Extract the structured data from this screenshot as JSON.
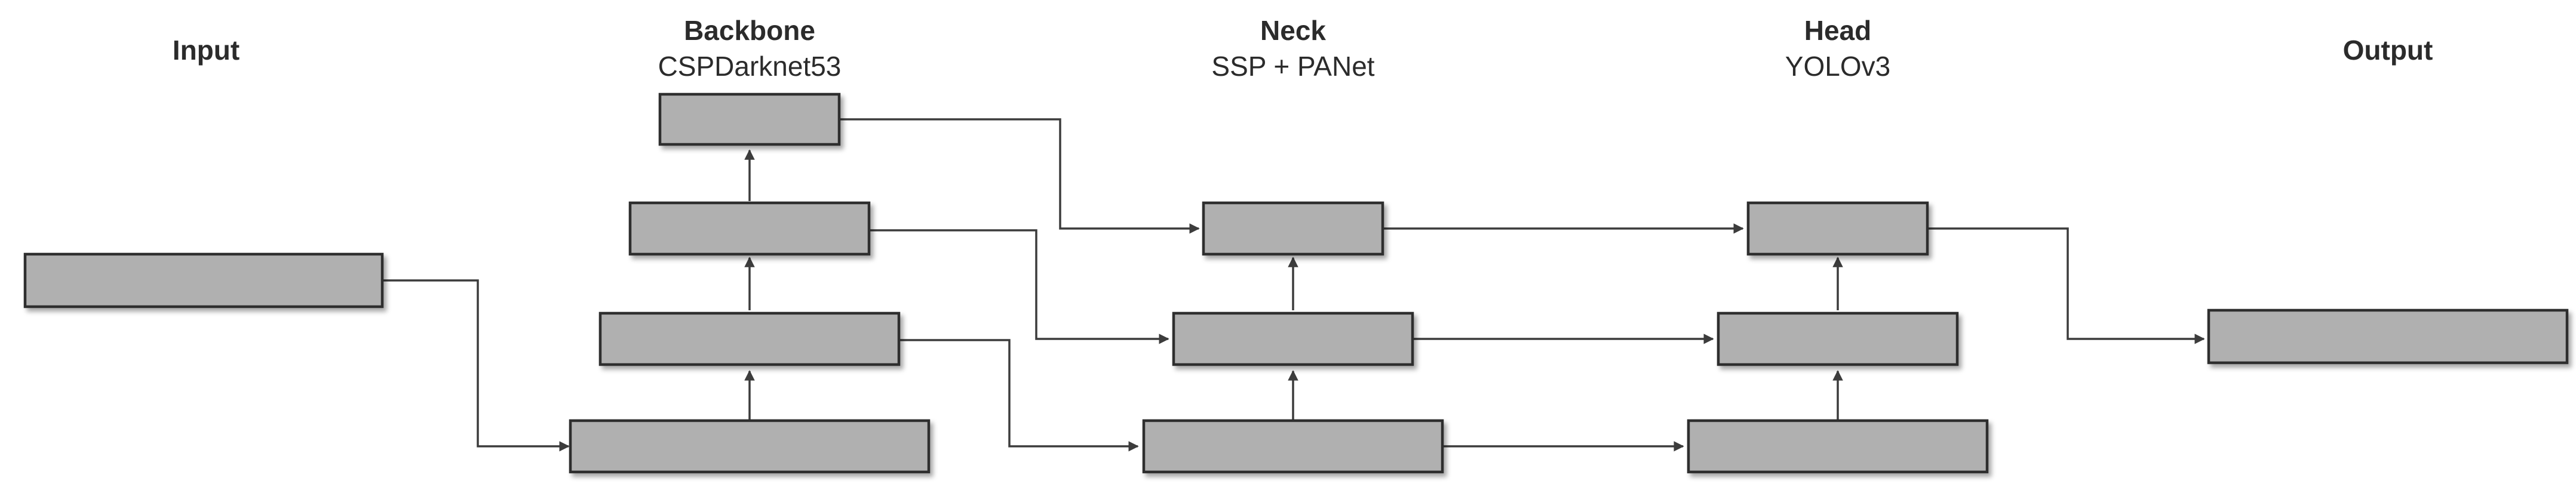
{
  "columns": {
    "input": {
      "title": "Input"
    },
    "backbone": {
      "title": "Backbone",
      "subtitle": "CSPDarknet53"
    },
    "neck": {
      "title": "Neck",
      "subtitle": "SSP + PANet"
    },
    "head": {
      "title": "Head",
      "subtitle": "YOLOv3"
    },
    "output": {
      "title": "Output"
    }
  },
  "colors": {
    "box_fill": "#b0b0b0",
    "box_stroke": "#2f2f2f",
    "line": "#3c3c3c",
    "text": "#2b2b2b"
  }
}
